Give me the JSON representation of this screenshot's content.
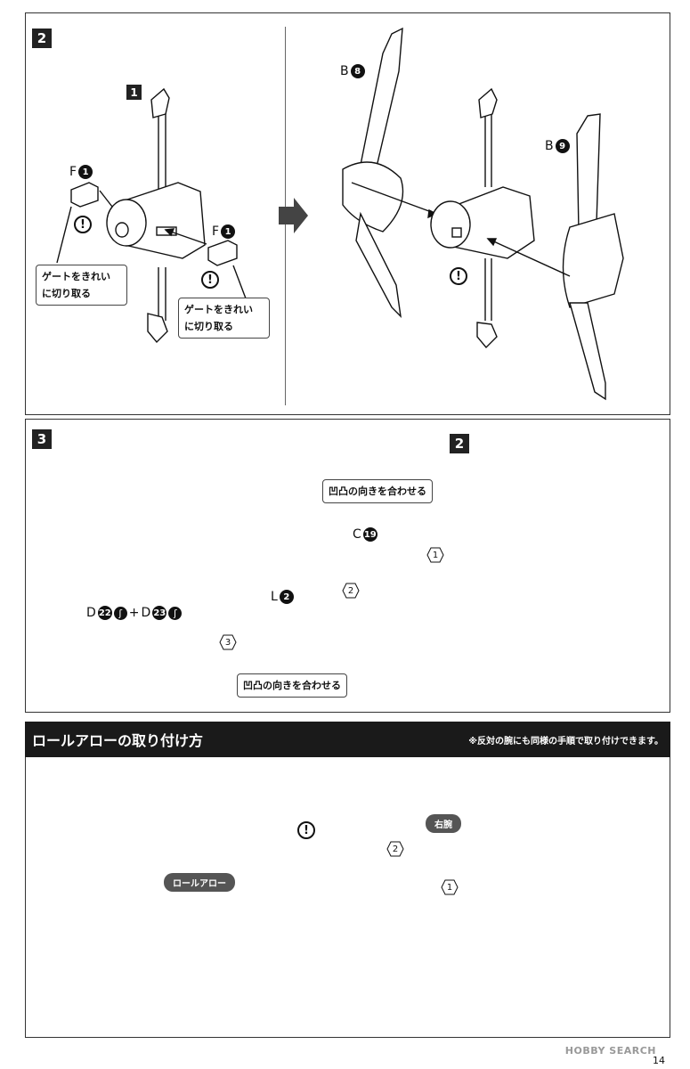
{
  "step2": {
    "number": "2",
    "sub_number": "1",
    "parts": {
      "f_top": {
        "letter": "F",
        "num": "1"
      },
      "f_right": {
        "letter": "F",
        "num": "1"
      },
      "b_left": {
        "letter": "B",
        "num": "8"
      },
      "b_right": {
        "letter": "B",
        "num": "9"
      }
    },
    "note_left": {
      "line1": "ゲートをきれい",
      "line2": "に切り取る"
    },
    "note_right": {
      "line1": "ゲートをきれい",
      "line2": "に切り取る"
    },
    "warn": "!"
  },
  "step3": {
    "number": "3",
    "ref_step": "2",
    "note_top": "凹凸の向きを合わせる",
    "note_bottom": "凹凸の向きを合わせる",
    "part_c": {
      "letter": "C",
      "num": "19"
    },
    "part_l": {
      "letter": "L",
      "num": "2"
    },
    "part_d": {
      "letter1": "D",
      "num1": "22",
      "plus": "+",
      "letter2": "D",
      "num2": "23"
    },
    "order": [
      "1",
      "2",
      "3"
    ]
  },
  "install": {
    "title": "ロールアローの取り付け方",
    "note": "※反対の腕にも同様の手順で取り付けできます。",
    "label_arrow": "ロールアロー",
    "label_arm": "右腕",
    "order": [
      "1",
      "2"
    ],
    "warn": "!"
  },
  "footer": {
    "page": "14",
    "watermark": "HOBBY SEARCH"
  }
}
